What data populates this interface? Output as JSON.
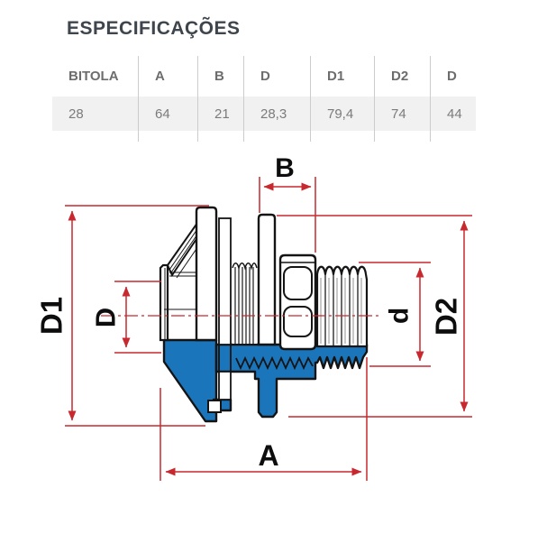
{
  "page": {
    "title": "ESPECIFICAÇÕES"
  },
  "table": {
    "headers": [
      "BITOLA",
      "A",
      "B",
      "D",
      "D1",
      "D2",
      "D"
    ],
    "rows": [
      [
        "28",
        "64",
        "21",
        "28,3",
        "79,4",
        "74",
        "44"
      ]
    ]
  },
  "drawing": {
    "description": "tank-adapter-fitting-cross-section",
    "dimension_labels": {
      "b": "B",
      "d1": "D1",
      "d": "D",
      "d_small": "d",
      "d2": "D2",
      "a": "A"
    },
    "dimension_values": {
      "B": "21",
      "D1": "79,4",
      "D": "28,3",
      "d": "44",
      "D2": "74",
      "A": "64"
    },
    "colors": {
      "body_blue": "#1b75bb",
      "dimension_red": "#c8292f",
      "outline_black": "#141414",
      "table_row_bg": "#f1f1f1",
      "table_text": "#6d6d6d"
    }
  }
}
